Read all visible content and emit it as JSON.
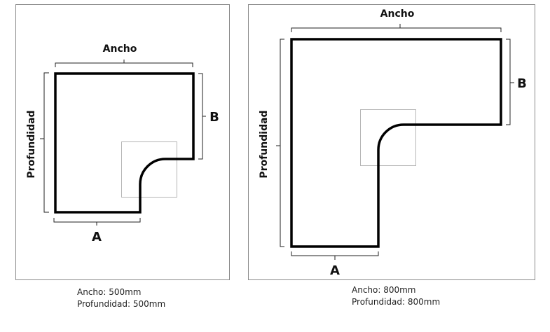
{
  "diagrams": [
    {
      "width_label": "Ancho",
      "depth_label": "Profundidad",
      "a_label": "A",
      "b_label": "B",
      "caption_ancho": "Ancho: 500mm",
      "caption_profundidad": "Profundidad: 500mm"
    },
    {
      "width_label": "Ancho",
      "depth_label": "Profundidad",
      "a_label": "A",
      "b_label": "B",
      "caption_ancho": "Ancho: 800mm",
      "caption_profundidad": "Profundidad: 800mm"
    }
  ],
  "colors": {
    "outline": "#000000",
    "frame": "#8a8a8a",
    "highlight": "#b5b5b5"
  }
}
